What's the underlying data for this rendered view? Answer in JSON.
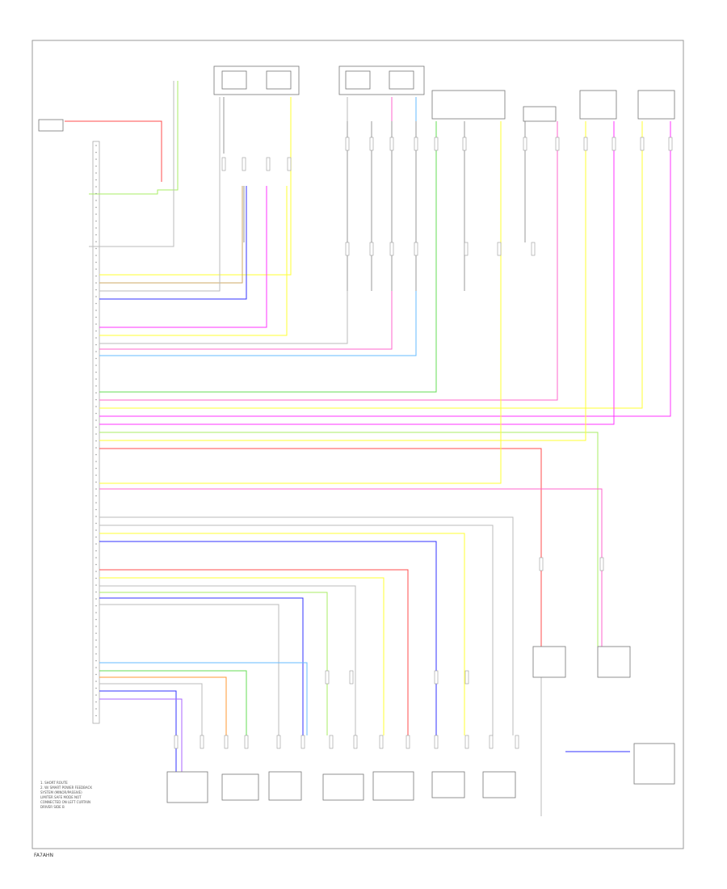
{
  "footer": {
    "code": "FA7AHN"
  },
  "legend": {
    "notes": [
      "1. SHORT ROUTE",
      "2. W/ SMART POWER FEEDBACK",
      "   SYSTEM (MINOR/PASSIVE)",
      "   LIMITER SAFE MODE NOT",
      "   CONNECTED ON LEFT CURTAIN",
      "   DRIVER SIDE B"
    ]
  },
  "colors": {
    "red": "#ff4d4d",
    "pink": "#ff66cc",
    "magenta": "#ff33ff",
    "yellow": "#ffff33",
    "green": "#66dd55",
    "ltgreen": "#aaee66",
    "blue": "#3333ff",
    "ltblue": "#66bbff",
    "orange": "#ff9933",
    "grey": "#bbbbbb",
    "tan": "#ccaa66",
    "violet": "#aa66ff"
  }
}
